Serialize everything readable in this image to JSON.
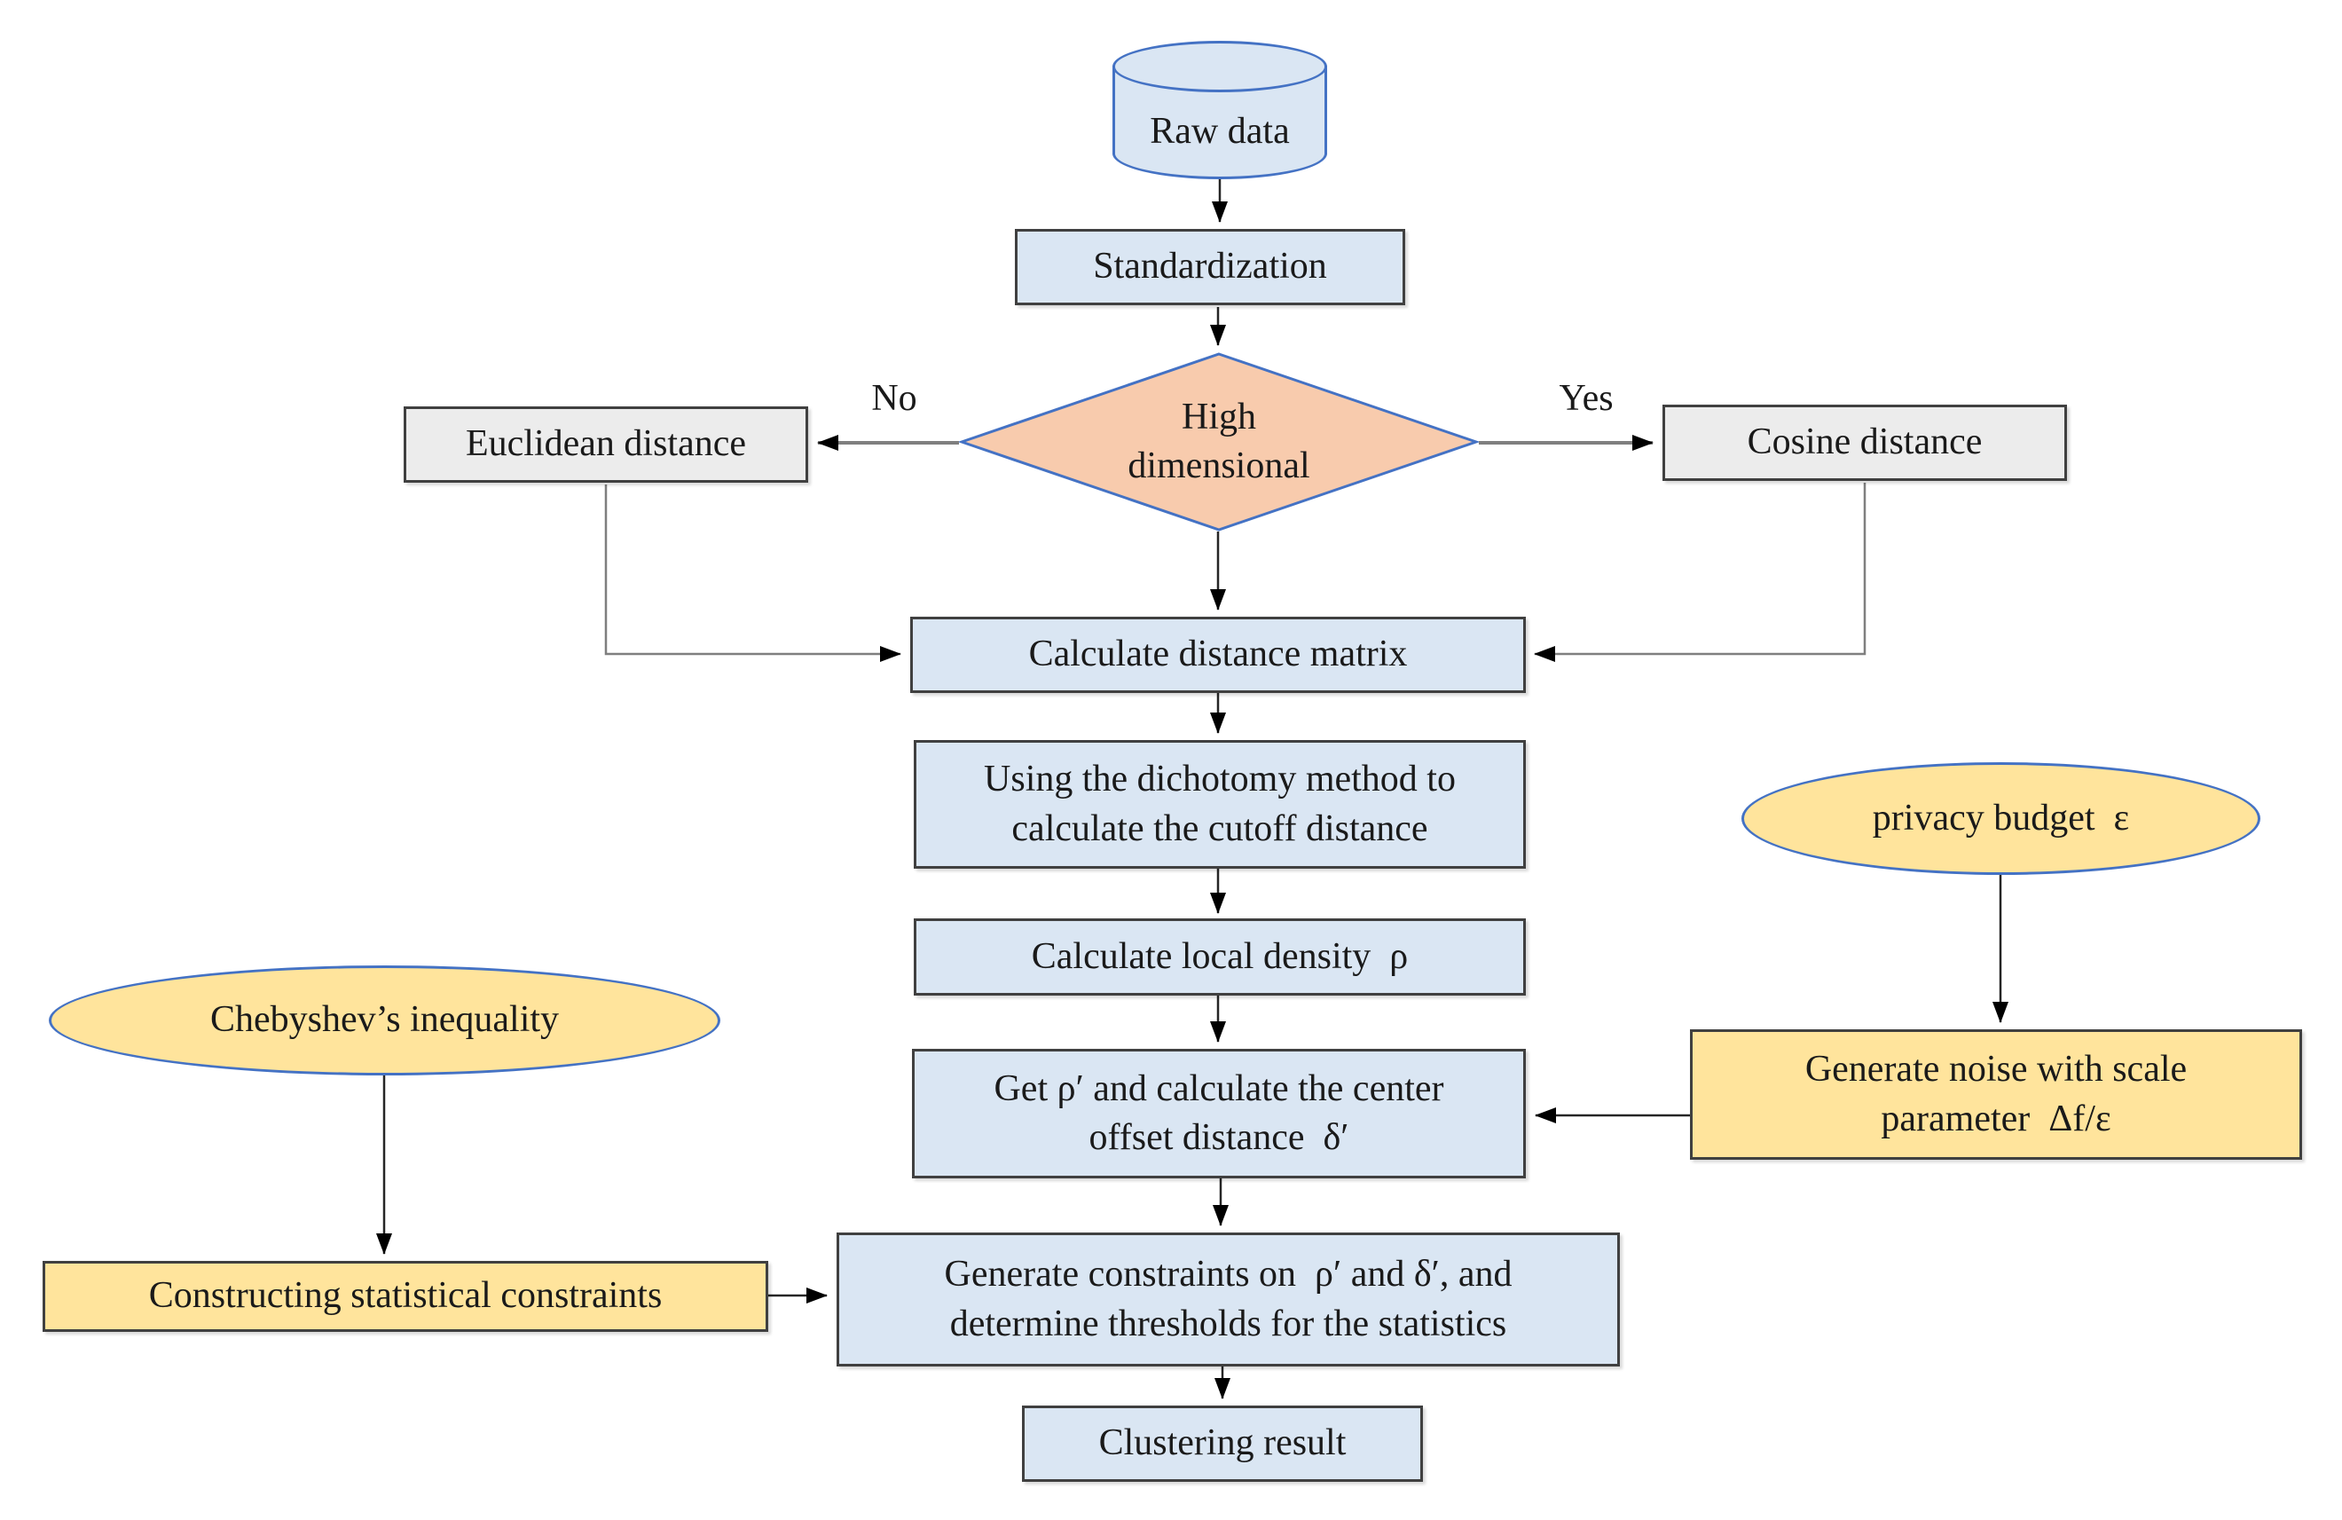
{
  "flowchart": {
    "nodes": {
      "raw_data": {
        "label": "Raw data"
      },
      "standardization": {
        "label": "Standardization"
      },
      "decision": {
        "line1": "High",
        "line2": "dimensional"
      },
      "branch_no": {
        "label": "No"
      },
      "branch_yes": {
        "label": "Yes"
      },
      "euclidean": {
        "label": "Euclidean distance"
      },
      "cosine": {
        "label": "Cosine distance"
      },
      "distance_matrix": {
        "label": "Calculate distance matrix"
      },
      "dichotomy": {
        "line1": "Using the dichotomy method to",
        "line2": "calculate the cutoff distance"
      },
      "local_density": {
        "label": "Calculate local density  ρ"
      },
      "center_offset": {
        "line1": "Get ρ′ and calculate the center",
        "line2": "offset distance  δ′"
      },
      "privacy_budget": {
        "label": "privacy budget  ε"
      },
      "generate_noise": {
        "line1": "Generate noise with scale",
        "line2": "parameter  Δf/ε"
      },
      "chebyshev": {
        "label": "Chebyshev’s inequality"
      },
      "statistical_constraints": {
        "label": "Constructing statistical constraints"
      },
      "generate_constraints": {
        "line1": "Generate constraints on  ρ′ and δ′, and",
        "line2": "determine thresholds for the statistics"
      },
      "clustering_result": {
        "label": "Clustering result"
      }
    },
    "colors": {
      "process_fill": "#dae6f3",
      "decision_fill": "#f8cbad",
      "io_fill": "#ffe49c",
      "alt_fill": "#ececec",
      "blue_border": "#4472c4",
      "box_border": "#404040",
      "connector_gray": "#7f7f7f",
      "connector_dark": "#262626"
    }
  }
}
